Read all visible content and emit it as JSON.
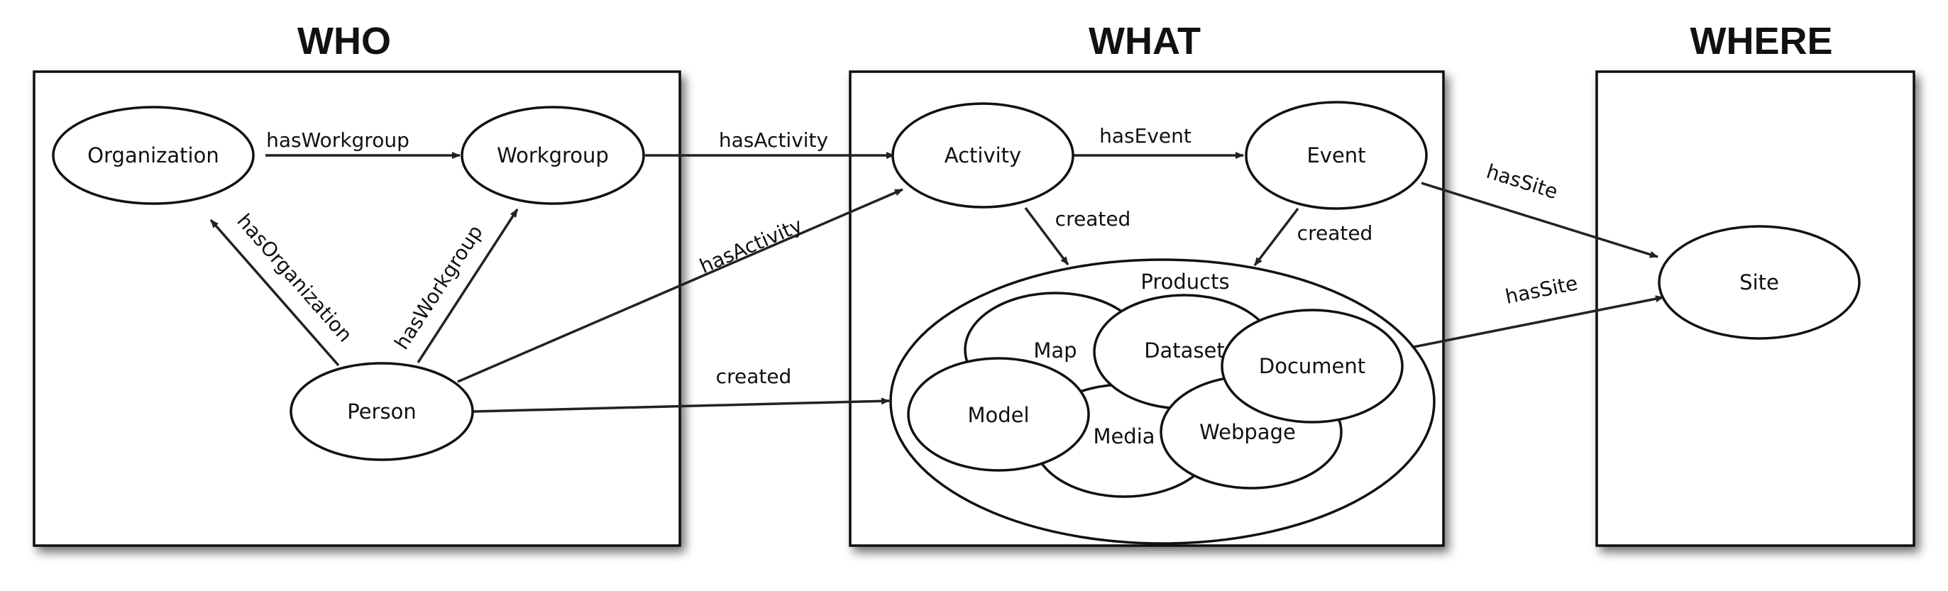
{
  "sections": {
    "who": "WHO",
    "what": "WHAT",
    "where": "WHERE"
  },
  "nodes": {
    "organization": "Organization",
    "workgroup": "Workgroup",
    "person": "Person",
    "activity": "Activity",
    "event": "Event",
    "products": "Products",
    "map": "Map",
    "dataset": "Dataset",
    "document": "Document",
    "model": "Model",
    "media": "Media",
    "webpage": "Webpage",
    "site": "Site"
  },
  "edges": {
    "org_workgroup": "hasWorkgroup",
    "person_org": "hasOrganization",
    "person_workgroup": "hasWorkgroup",
    "workgroup_activity": "hasActivity",
    "person_activity": "hasActivity",
    "person_products": "created",
    "activity_event": "hasEvent",
    "activity_products": "created",
    "event_products": "created",
    "event_site": "hasSite",
    "document_site": "hasSite"
  },
  "colors": {
    "stroke": "#111111",
    "fill": "#ffffff",
    "shadow": "#9a9a9a"
  }
}
